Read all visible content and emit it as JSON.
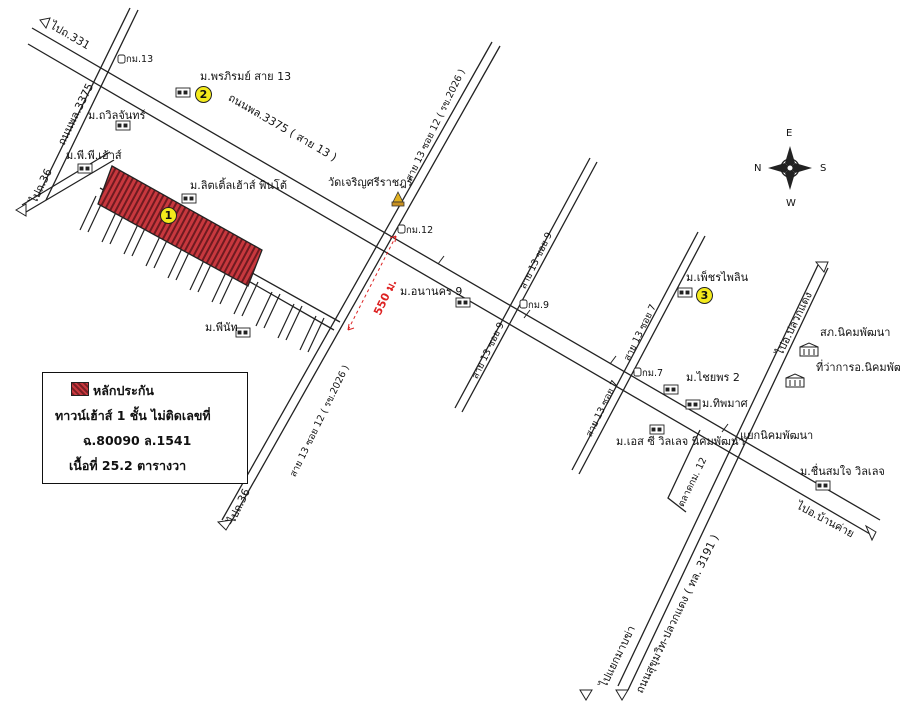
{
  "roads": {
    "main_road": "ถนนพล.3375 ( สาย 13 )",
    "left_road_top": "ถนนพล.3375",
    "to_331": "ไปถ.331",
    "to_36_left": "ไปถ.36",
    "to_36_bottom": "ไปถ.36",
    "soi12_upper": "สาย 13 ซอย 12 ( รข.2026 )",
    "soi12_lower": "สาย 13 ซอย 12 ( รข.2026 )",
    "soi9_upper": "สาย 13 ซอย 9",
    "soi9_lower": "สาย 13 ซอย 9",
    "soi7_upper": "สาย 13 ซอย 7",
    "soi7_lower": "สาย 13 ซอย 7",
    "to_plaukdaeng": "ไปอ.ปลวกแดง",
    "to_bankhai": "ไปอ.บ้านค่าย",
    "to_maptaphut": "ไปแยกมาบข่า",
    "sukhumvit": "ถนนสุขุมวิท-ปลวกแดง ( ทล. 3191 )",
    "intersection": "แยกนิคมพัฒนา",
    "market": "ตลาดกม. 12",
    "distance": "550 ม."
  },
  "places": {
    "phonphirom": "ม.พรภิรมย์ สาย 13",
    "thawilchan": "ม.ถวิลจันทร์",
    "ppheights": "ม.พี.พี.เฮ้าส์",
    "littlehouse": "ม.ลิตเติ้ลเฮ้าส์ พินโต้",
    "wat": "วัดเจริญศรีราชฎร์",
    "phinan": "ม.พีนัท",
    "anankhon": "ม.อนานคร 9",
    "phetphailin": "ม.เพ็ชรไพลิน",
    "chaiyaphon": "ม.ไชยพร 2",
    "thipmat": "ม.ทิพมาศ",
    "svillage": "ม.เอส ซี วิลเลจ นิคมพัฒนา",
    "police": "สภ.นิคมพัฒนา",
    "district_office": "ที่ว่าการอ.นิคมพัฒนา",
    "chuensomjai": "ม.ชื่นสมใจ วิลเลจ"
  },
  "km_markers": {
    "km13": "กม.13",
    "km12": "กม.12",
    "km9": "กม.9",
    "km7": "กม.7"
  },
  "markers": {
    "m1": "1",
    "m2": "2",
    "m3": "3"
  },
  "compass": {
    "e": "E",
    "n": "N",
    "s": "S",
    "w": "W"
  },
  "legend": {
    "title": "หลักประกัน",
    "line2": "ทาวน์เฮ้าส์ 1 ชั้น ไม่ติดเลขที่",
    "line3": "ฉ.80090 ล.1541",
    "line4": "เนื้อที่ 25.2 ตารางวา"
  },
  "colors": {
    "collateral": "#b5313a",
    "marker": "#f3ea1c",
    "distance": "#dd2222"
  }
}
